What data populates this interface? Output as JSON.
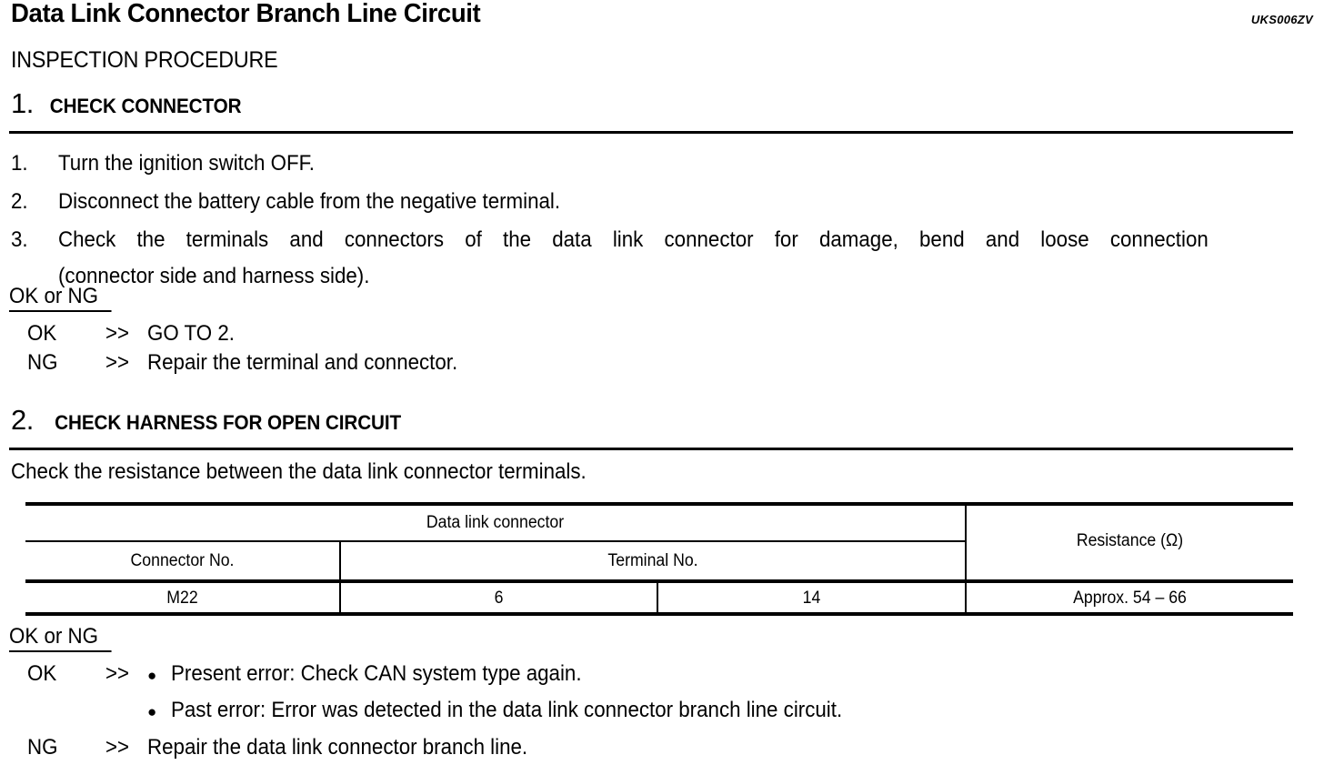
{
  "document": {
    "title": "Data Link Connector Branch Line Circuit",
    "ref_code": "UKS006ZV",
    "section_heading": "INSPECTION PROCEDURE"
  },
  "steps": [
    {
      "number": "1.",
      "label": "CHECK CONNECTOR",
      "items": [
        {
          "num": "1.",
          "text": "Turn the ignition switch OFF."
        },
        {
          "num": "2.",
          "text": "Disconnect the battery cable from the negative terminal."
        },
        {
          "num": "3.",
          "line1": "Check the terminals and connectors of the data link connector for damage, bend and loose connection",
          "line2": "(connector side and harness side)."
        }
      ],
      "result_heading": "OK or NG",
      "results": [
        {
          "label": "OK",
          "arrow": ">>",
          "text": "GO TO 2."
        },
        {
          "label": "NG",
          "arrow": ">>",
          "text": "Repair the terminal and connector."
        }
      ]
    },
    {
      "number": "2.",
      "label": "CHECK HARNESS FOR OPEN CIRCUIT",
      "lead_in": "Check the resistance between the data link connector terminals.",
      "result_heading": "OK or NG",
      "results": [
        {
          "label": "OK",
          "arrow": ">>",
          "bullets": [
            "Present error: Check CAN system type again.",
            "Past error: Error was detected in the data link connector branch line circuit."
          ]
        },
        {
          "label": "NG",
          "arrow": ">>",
          "text": "Repair the data link connector branch line."
        }
      ]
    }
  ],
  "table": {
    "group_header": "Data link connector",
    "resistance_header": "Resistance (Ω)",
    "sub_headers": {
      "connector_no": "Connector No.",
      "terminal_no": "Terminal No."
    },
    "row": {
      "connector_no": "M22",
      "terminal_a": "6",
      "terminal_b": "14",
      "resistance": "Approx. 54 – 66"
    }
  },
  "colors": {
    "ink": "#000000",
    "paper": "#ffffff"
  }
}
